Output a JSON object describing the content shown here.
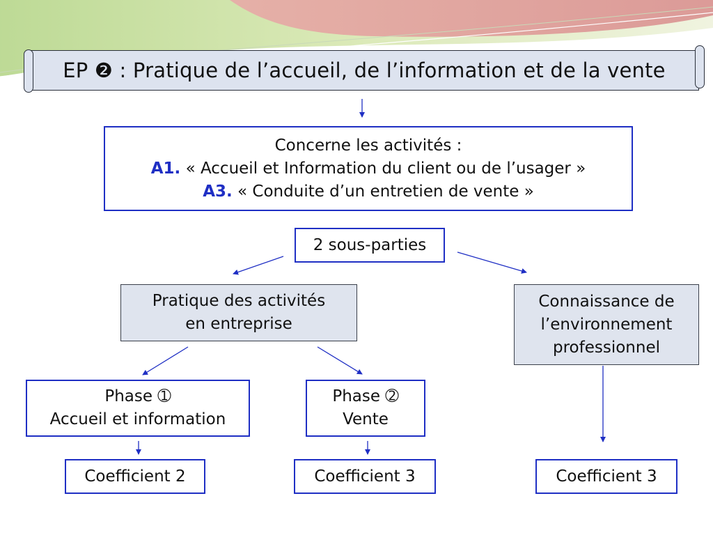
{
  "header": {
    "prefix": "EP ❷",
    "title": " : Pratique de l’accueil, de l’information et de la vente"
  },
  "activities": {
    "intro": "Concerne les activités :",
    "a1_code": "A1.",
    "a1_text": " « Accueil et Information du client ou de l’usager »",
    "a3_code": "A3.",
    "a3_text": " « Conduite d’un entretien de vente »"
  },
  "subparts": {
    "label": "2 sous-parties"
  },
  "practice": {
    "line1": "Pratique des activités",
    "line2": "en entreprise"
  },
  "knowledge": {
    "line1": "Connaissance de",
    "line2": "l’environnement",
    "line3": "professionnel"
  },
  "phase1": {
    "line1": "Phase ➀",
    "line2": "Accueil et information"
  },
  "phase2": {
    "line1": "Phase ➁",
    "line2": "Vente"
  },
  "coefficients": {
    "phase1": "Coefficient 2",
    "phase2": "Coefficient 3",
    "knowledge": "Coefficient 3"
  },
  "colors": {
    "accent": "#1f2fc4",
    "box_fill": "#dfe4ee",
    "header_fill": "#dde3ef"
  }
}
